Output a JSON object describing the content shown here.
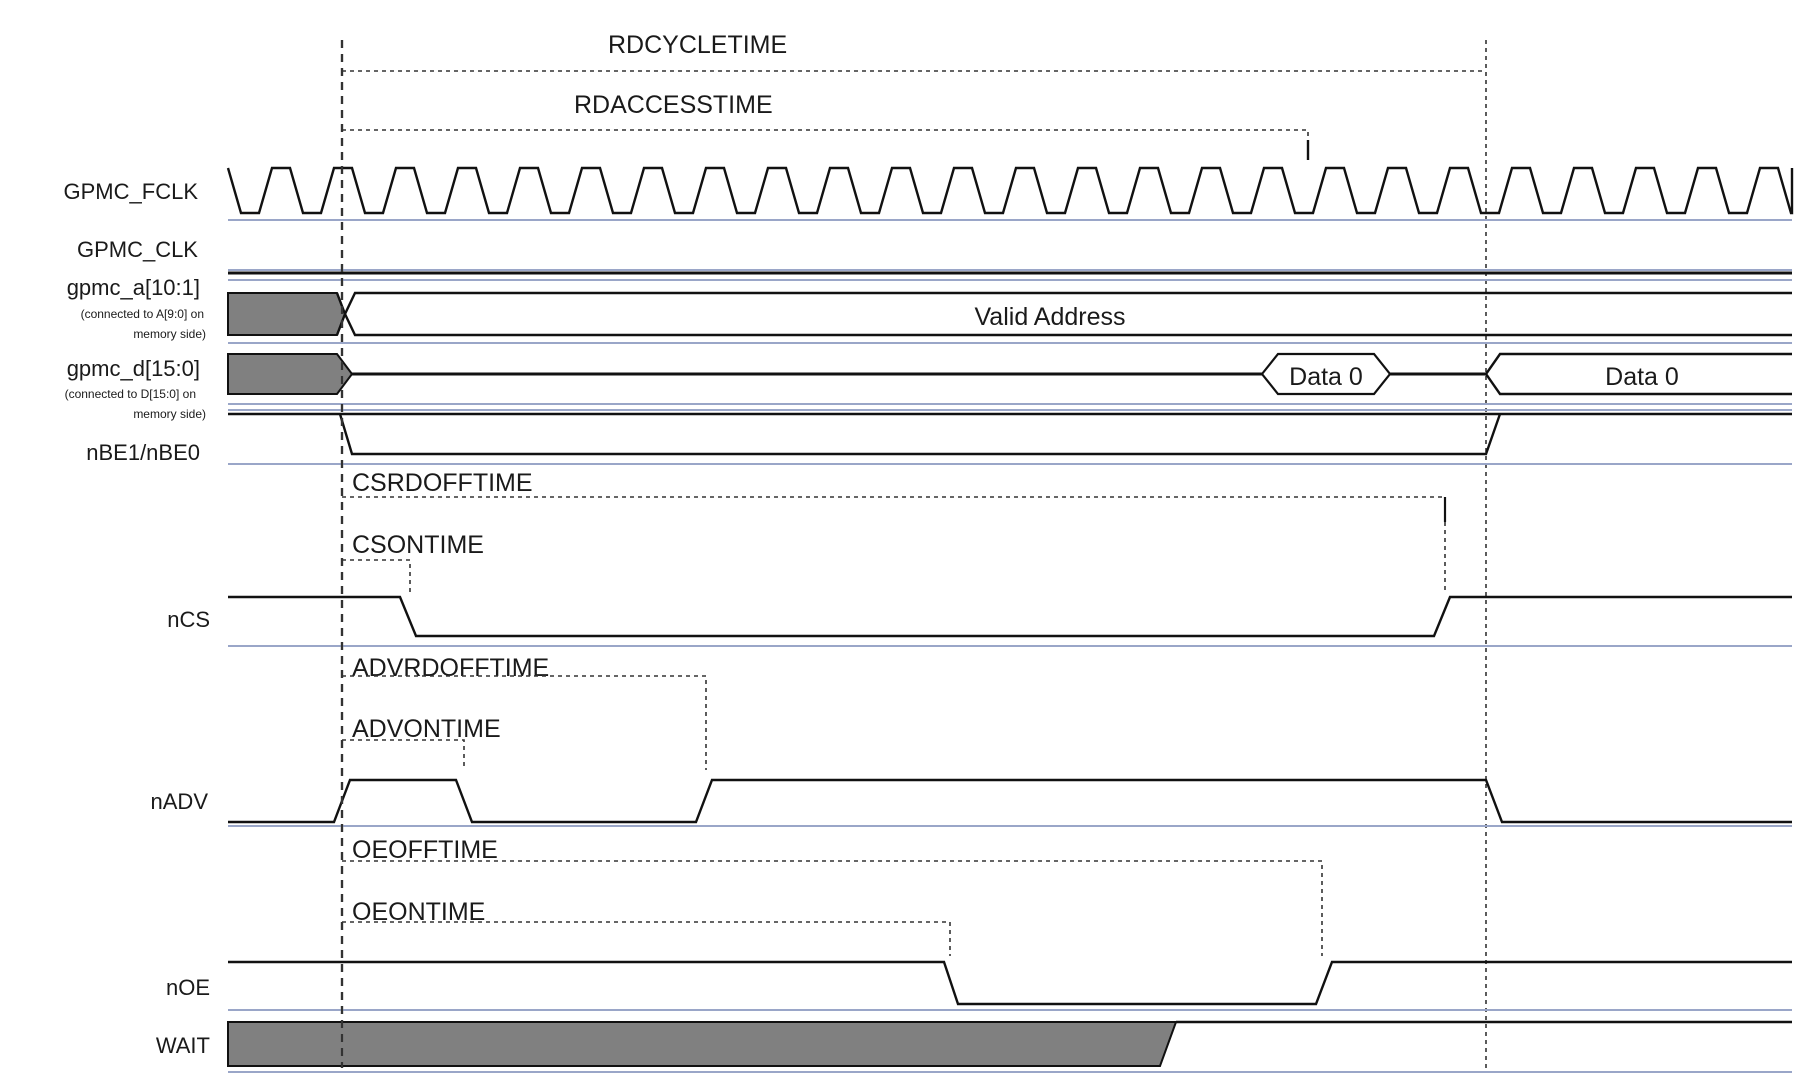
{
  "signals": {
    "gpmc_fclk": "GPMC_FCLK",
    "gpmc_clk": "GPMC_CLK",
    "gpmc_a": "gpmc_a[10:1]",
    "gpmc_a_note1": "(connected to A[9:0] on",
    "gpmc_a_note2": "memory side)",
    "gpmc_d": "gpmc_d[15:0]",
    "gpmc_d_note1": "(connected to D[15:0] on",
    "gpmc_d_note2": "memory side)",
    "nbe": "nBE1/nBE0",
    "ncs": "nCS",
    "nadv": "nADV",
    "noe": "nOE",
    "wait": "WAIT"
  },
  "timings": {
    "rdcycletime": "RDCYCLETIME",
    "rdaccesstime": "RDACCESSTIME",
    "csrdofftime": "CSRDOFFTIME",
    "csontime": "CSONTIME",
    "advrdofftime": "ADVRDOFFTIME",
    "advontime": "ADVONTIME",
    "oeofftime": "OEOFFTIME",
    "oeontime": "OEONTIME"
  },
  "bus_values": {
    "address": "Valid Address",
    "data_first": "Data 0",
    "data_second": "Data 0"
  }
}
